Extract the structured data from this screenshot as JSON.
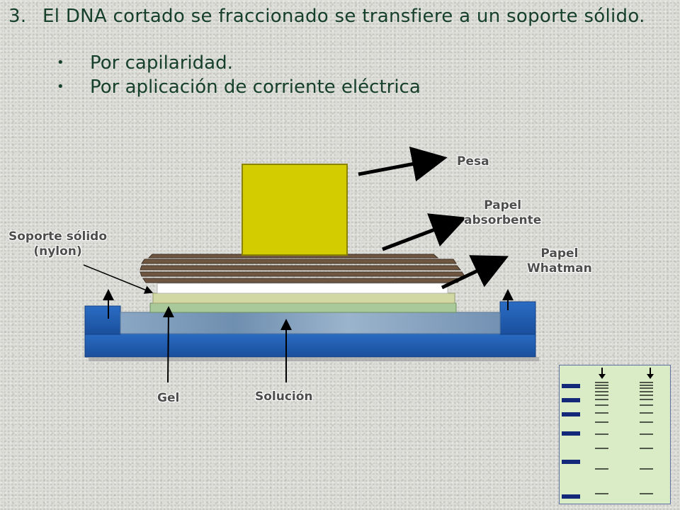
{
  "slide": {
    "title_number": "3.",
    "title": "El DNA cortado se fraccionado se transfiere a un soporte sólido.",
    "bullets": [
      "Por capilaridad.",
      "Por aplicación de corriente eléctrica"
    ]
  },
  "diagram": {
    "labels": {
      "pesa": "Pesa",
      "papel_absorbente_1": "Papel",
      "papel_absorbente_2": "absorbente",
      "papel_whatman_1": "Papel",
      "papel_whatman_2": "Whatman",
      "soporte_1": "Soporte sólido",
      "soporte_2": "(nylon)",
      "gel": "Gel",
      "solucion": "Solución"
    },
    "colors": {
      "tray": "#1e5cb0",
      "weight": "#d3cc00",
      "paper_stack": "#6e5640",
      "whatman": "#ffffff",
      "gel": "#cfd6a0",
      "nylon": "#a9c99a",
      "solution": "#7f9cbc",
      "arrow": "#000000"
    }
  }
}
